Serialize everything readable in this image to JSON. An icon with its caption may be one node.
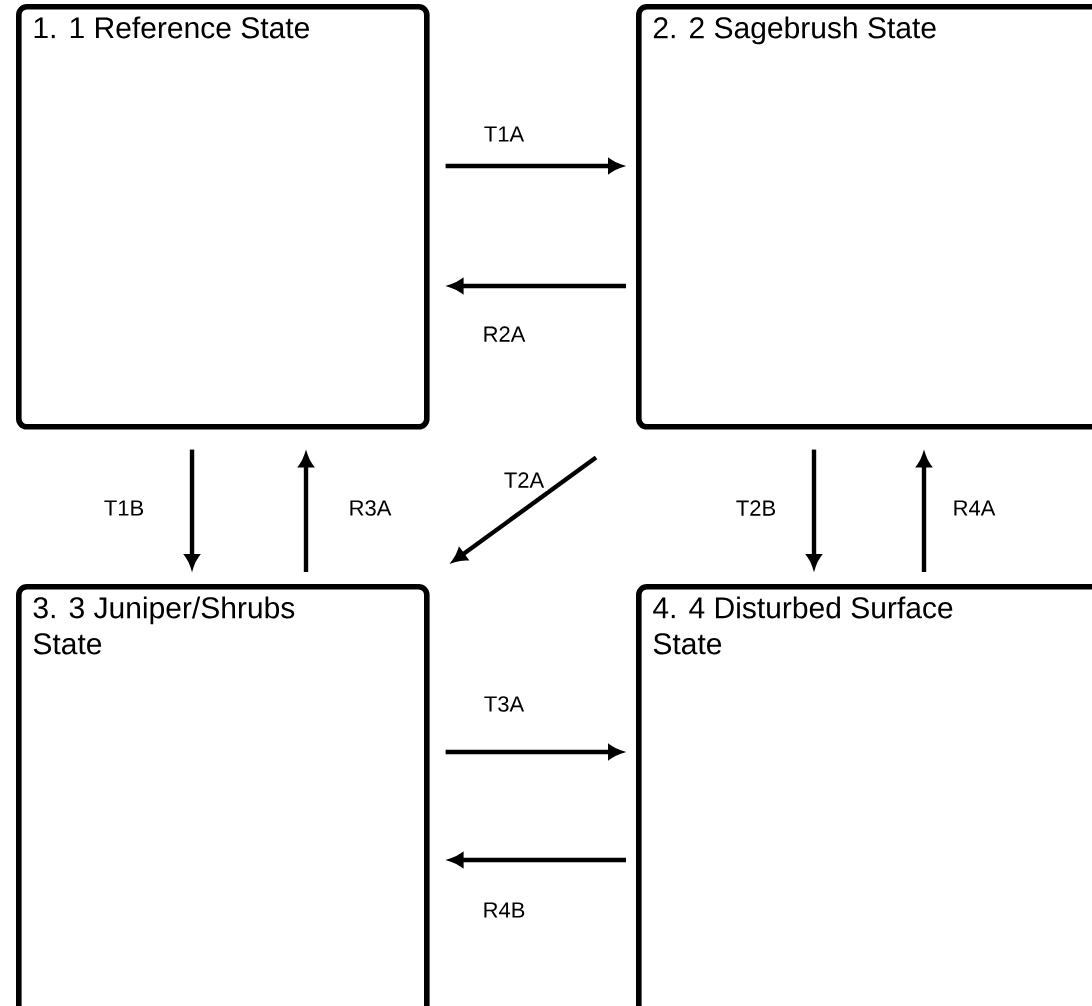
{
  "diagram": {
    "nodes": [
      {
        "text": [
          "1. 1 Reference State"
        ]
      },
      {
        "text": [
          "2. 2 Sagebrush State"
        ]
      },
      {
        "text": [
          "3. 3 Juniper/Shrubs State"
        ]
      },
      {
        "text": [
          "4. 4 Disturbed Surface State"
        ]
      }
    ],
    "edges": [
      {
        "from": 0,
        "to": 1,
        "arrow": "to",
        "label": "T1A"
      },
      {
        "from": 1,
        "to": 0,
        "arrow": "to",
        "label": "R2A"
      },
      {
        "from": 1,
        "to": 2,
        "arrow": "to",
        "label": "T2A"
      },
      {
        "from": 0,
        "to": 2,
        "arrow": "to",
        "label": "T1B"
      },
      {
        "from": 2,
        "to": 0,
        "arrow": "to",
        "label": "R3A"
      },
      {
        "from": 1,
        "to": 3,
        "arrow": "to",
        "label": "T2B"
      },
      {
        "from": 3,
        "to": 1,
        "arrow": "to",
        "label": "R4A"
      },
      {
        "from": 2,
        "to": 3,
        "arrow": "to",
        "label": "T3A"
      },
      {
        "from": 3,
        "to": 2,
        "arrow": "to",
        "label": "R4B"
      }
    ]
  }
}
